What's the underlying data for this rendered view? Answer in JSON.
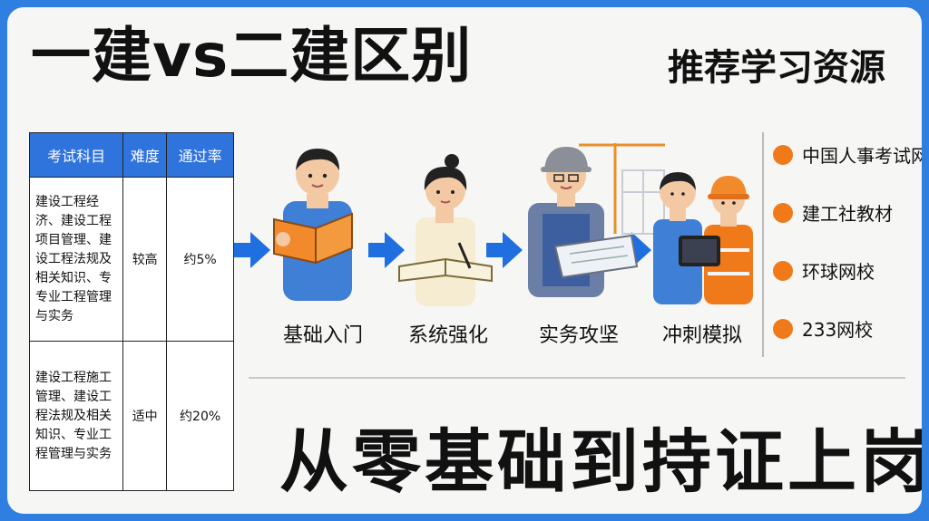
{
  "title": "一建vs二建区别",
  "resources": {
    "title": "推荐学习资源",
    "items": [
      "中国人事考试网",
      "建工社教材",
      "环球网校",
      "233网校"
    ],
    "dot_color": "#f07a1a"
  },
  "table": {
    "headers": [
      "考试科目",
      "难度",
      "通过率"
    ],
    "rows": [
      {
        "subjects": "建设工程经济、建设工程项目管理、建设工程法规及相关知识、专专业工程管理与实务",
        "difficulty": "较高",
        "pass_rate": "约5%"
      },
      {
        "subjects": "建设工程施工管理、建设工程法规及相关知识、专业工程管理与实务",
        "difficulty": "适中",
        "pass_rate": "约20%"
      }
    ],
    "header_color": "#2f73dc"
  },
  "steps": [
    {
      "label": "基础入门",
      "icon": "person-reading-book-icon"
    },
    {
      "label": "系统强化",
      "icon": "person-writing-notes-icon"
    },
    {
      "label": "实务攻坚",
      "icon": "engineer-with-blueprint-icon"
    },
    {
      "label": "冲刺模拟",
      "icon": "team-with-tablet-icon"
    }
  ],
  "slogan": "从零基础到持证上岗",
  "colors": {
    "frame": "#2f7fe0",
    "arrow": "#1f6fe0",
    "accent_orange": "#f07a1a"
  }
}
